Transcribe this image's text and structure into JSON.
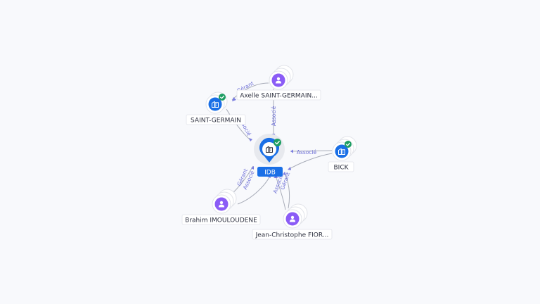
{
  "colors": {
    "company": "#1a6fe6",
    "person": "#8b5cf6",
    "verified": "#1e9e63",
    "edge": "#a8acb8",
    "edge_label": "#6d6fd6"
  },
  "nodes": {
    "center": {
      "label": "IDB",
      "icon": "building-icon",
      "verified": true
    },
    "saint_germain": {
      "label": "SAINT-GERMAIN",
      "icon": "building-icon",
      "verified": true
    },
    "bick": {
      "label": "BICK",
      "icon": "building-icon",
      "verified": true
    },
    "axelle": {
      "label": "Axelle SAINT-GERMAIN...",
      "icon": "person-icon"
    },
    "brahim": {
      "label": "Brahim IMOULOUDENE",
      "icon": "person-icon"
    },
    "jean": {
      "label": "Jean-Christophe FIOR...",
      "icon": "person-icon"
    }
  },
  "edges": {
    "axelle_center": "Associé",
    "axelle_sg": "Gérant",
    "sg_center": "Associé",
    "bick_center": "Associé",
    "brahim_center_1": "Gérant",
    "brahim_center_2": "Associé",
    "jean_center_1": "Associé",
    "jean_center_2": "Gérant"
  }
}
